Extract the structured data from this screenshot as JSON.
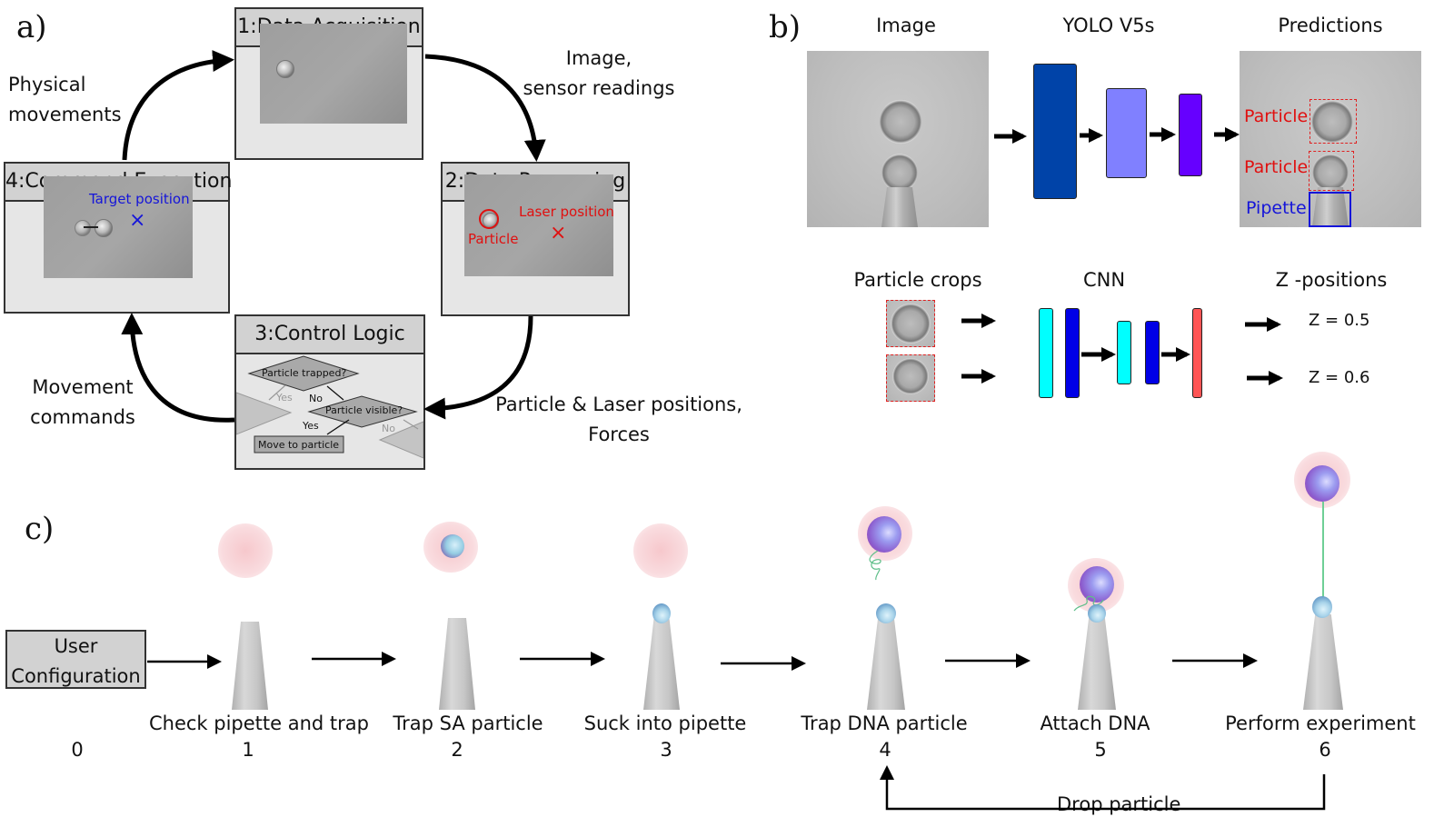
{
  "panel_a": {
    "letter": "a)",
    "steps": [
      {
        "title": "1:Data Acquisition"
      },
      {
        "title": "2:Data Processing",
        "annotations": {
          "particle": "Particle",
          "laser": "Laser position"
        }
      },
      {
        "title": "3:Control Logic",
        "flowchart": {
          "q1": "Particle trapped?",
          "q2": "Particle visible?",
          "action": "Move to particle",
          "yes": "Yes",
          "no": "No"
        }
      },
      {
        "title": "4:Command Execution",
        "annotations": {
          "target": "Target position"
        }
      }
    ],
    "edges": {
      "top_right": [
        "Image,",
        "sensor readings"
      ],
      "bottom_right": [
        "Particle & Laser positions,",
        "Forces"
      ],
      "bottom_left": [
        "Movement",
        "commands"
      ],
      "top_left": [
        "Physical",
        "movements"
      ]
    },
    "colors": {
      "blue_annotation": "#1515d9",
      "red_annotation": "#e01010"
    }
  },
  "panel_b": {
    "letter": "b)",
    "row1": {
      "headers": [
        "Image",
        "YOLO V5s",
        "Predictions"
      ],
      "prediction_labels": [
        {
          "text": "Particle",
          "color": "#e01010"
        },
        {
          "text": "Particle",
          "color": "#e01010"
        },
        {
          "text": "Pipette",
          "color": "#1515d9"
        }
      ],
      "layer_colors": [
        "#0043a8",
        "#8080ff",
        "#6600ff"
      ]
    },
    "row2": {
      "headers": [
        "Particle crops",
        "CNN",
        "Z -positions"
      ],
      "outputs": [
        "Z = 0.5",
        "Z = 0.6"
      ],
      "layer_colors": [
        "#00ffff",
        "#0000e6",
        "#00ffff",
        "#0000e6",
        "#ff5555"
      ]
    }
  },
  "panel_c": {
    "letter": "c)",
    "user_box": [
      "User",
      "Configuration"
    ],
    "steps": [
      {
        "number": "0",
        "label": ""
      },
      {
        "number": "1",
        "label": "Check pipette and trap"
      },
      {
        "number": "2",
        "label": "Trap SA particle"
      },
      {
        "number": "3",
        "label": "Suck into pipette"
      },
      {
        "number": "4",
        "label": "Trap DNA particle"
      },
      {
        "number": "5",
        "label": "Attach DNA"
      },
      {
        "number": "6",
        "label": "Perform experiment"
      }
    ],
    "loop_label": "Drop particle"
  }
}
